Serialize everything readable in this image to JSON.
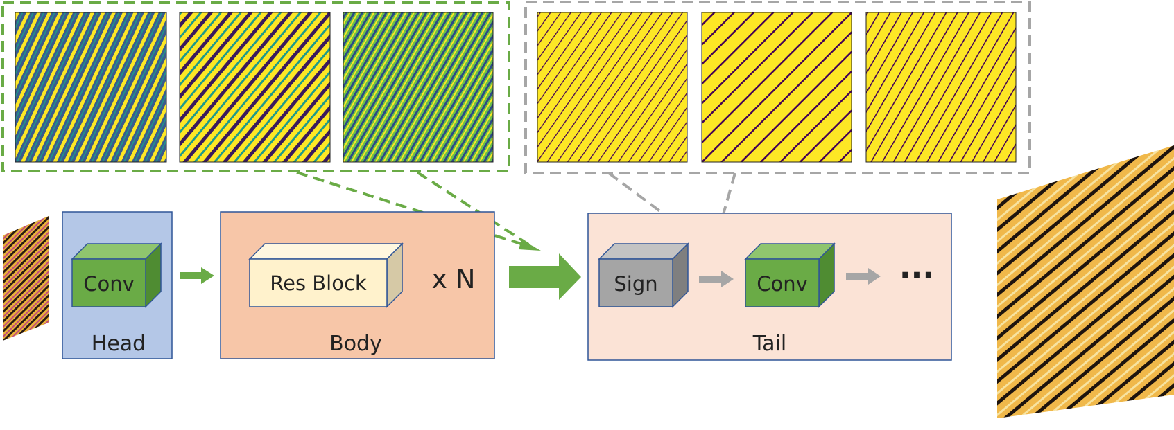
{
  "head": {
    "title": "Head",
    "block_label": "Conv"
  },
  "body": {
    "title": "Body",
    "block_label": "Res Block",
    "repeat_label": "x N"
  },
  "tail": {
    "title": "Tail",
    "sign_label": "Sign",
    "conv_label": "Conv",
    "ellipsis": "···"
  },
  "colors": {
    "conv_green": "#6aab46",
    "arrow_green": "#6aab46",
    "head_bg": "#b4c7e7",
    "body_bg": "#f7c6a8",
    "tail_bg": "#fbe3d6",
    "resblock_bg": "#fff2cc",
    "sign_gray": "#a5a5a5",
    "frame_border": "#2f5597",
    "feature_yellow": "#fde725",
    "feature_dark": "#440154",
    "feature_teal": "#21918c"
  }
}
